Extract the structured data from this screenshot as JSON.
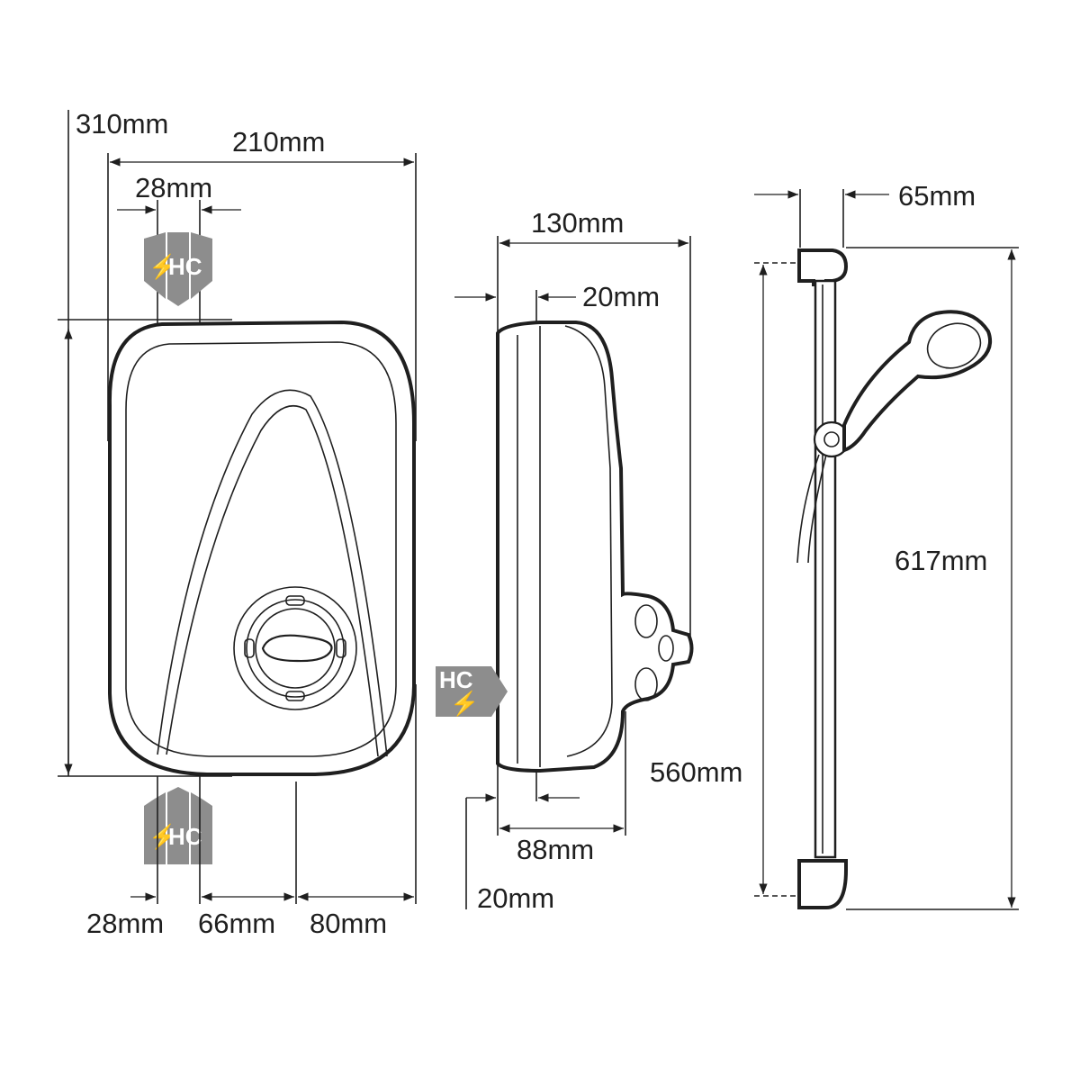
{
  "dimensions": {
    "overall_height": "310mm",
    "overall_width": "210mm",
    "top_entry_offset": "28mm",
    "depth": "130mm",
    "front_step": "20mm",
    "rail_offset": "65mm",
    "rail_length": "617mm",
    "fixing_centres": "560mm",
    "base_depth": "88mm",
    "base_step": "20mm",
    "bottom_entry_offset": "28mm",
    "bottom_gap": "66mm",
    "bottom_right": "80mm"
  },
  "badges": {
    "power_symbol": "⚡",
    "hc_text": "HC"
  },
  "colors": {
    "line": "#1f1f1f",
    "badge": "#8d8d8d"
  }
}
